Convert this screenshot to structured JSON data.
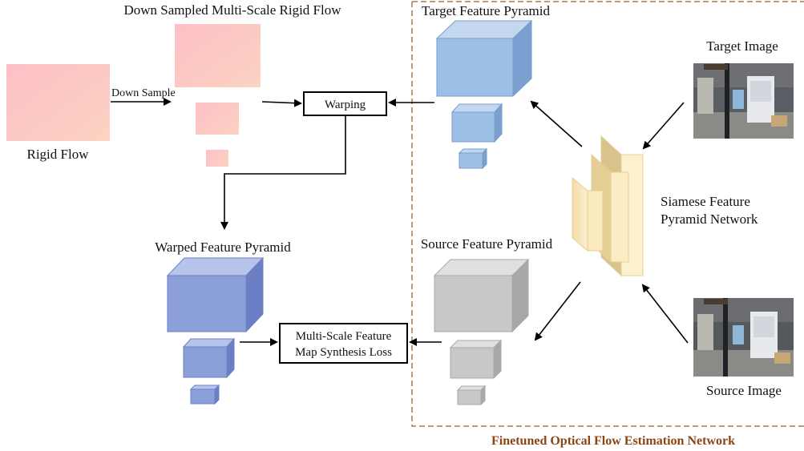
{
  "diagram": {
    "labels": {
      "down_sampled_title": "Down Sampled Multi-Scale Rigid Flow",
      "rigid_flow": "Rigid Flow",
      "down_sample": "Down Sample",
      "warping": "Warping",
      "target_pyramid": "Target Feature Pyramid",
      "warped_pyramid": "Warped Feature Pyramid",
      "source_pyramid": "Source Feature Pyramid",
      "loss_line1": "Multi-Scale Feature",
      "loss_line2": "Map Synthesis Loss",
      "target_image": "Target Image",
      "source_image": "Source Image",
      "siamese_line1": "Siamese Feature",
      "siamese_line2": "Pyramid Network",
      "region_caption": "Finetuned Optical Flow Estimation Network"
    },
    "colors": {
      "rigid_flow": "#fbc4c4",
      "target_cube_front": "#9dc1e6",
      "warped_cube_front": "#8b9fd8",
      "source_cube_front": "#c8c8c8",
      "siamese_block": "#fbe9c0",
      "region_border": "#a67c52",
      "region_caption": "#8b4513"
    }
  }
}
